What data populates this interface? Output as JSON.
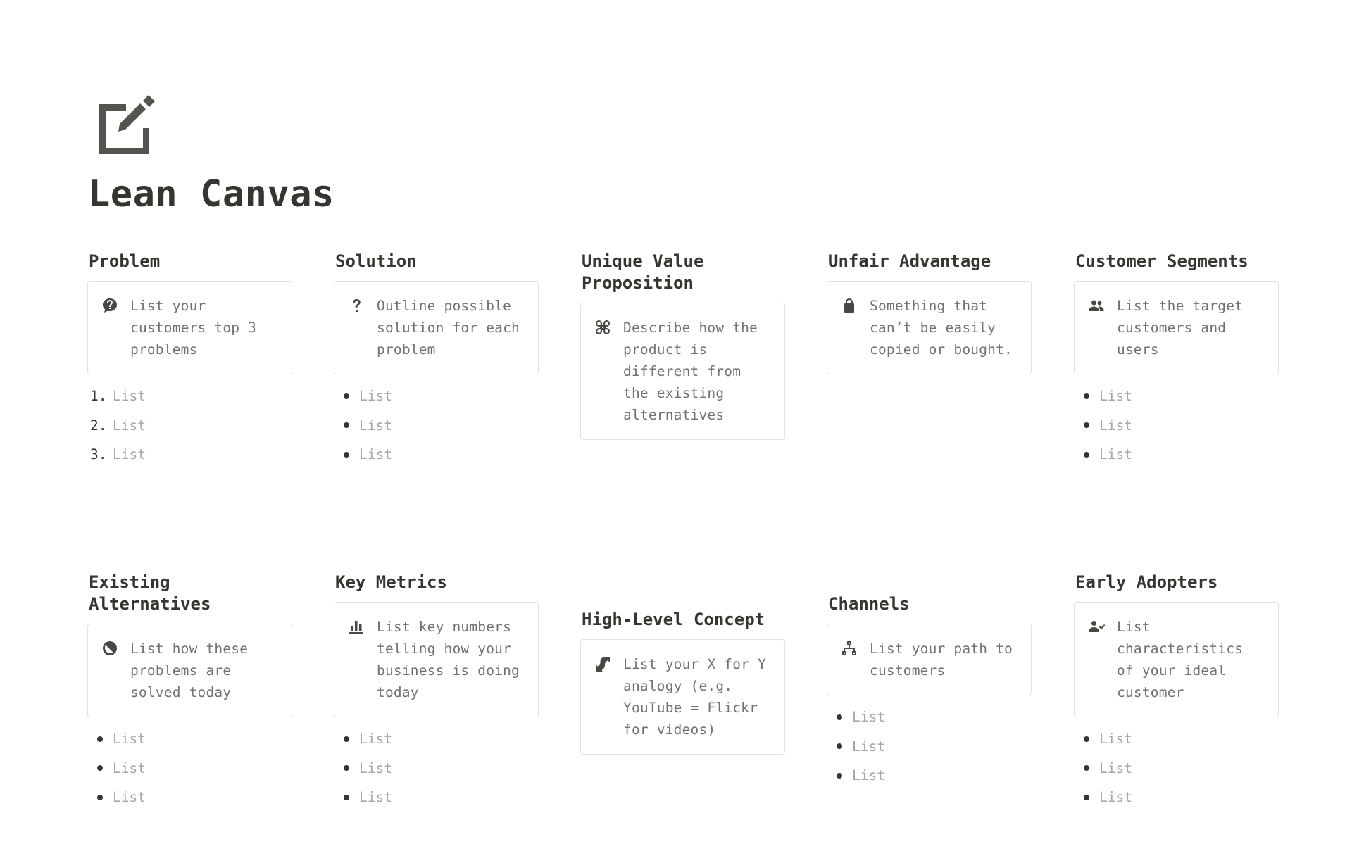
{
  "page": {
    "title": "Lean Canvas",
    "icon": "edit-square-icon"
  },
  "sections": {
    "problem": {
      "heading": "Problem",
      "icon": "question-bubble-icon",
      "text": "List your customers top 3 problems",
      "items": [
        "List",
        "List",
        "List"
      ],
      "markers": [
        "1.",
        "2.",
        "3."
      ]
    },
    "solution": {
      "heading": "Solution",
      "icon": "question-mark-icon",
      "text": "Outline possible solution for each problem",
      "items": [
        "List",
        "List",
        "List"
      ]
    },
    "uvp": {
      "heading": "Unique Value Proposition",
      "icon": "command-key-icon",
      "text": "Describe how the product is different from the existing alternatives"
    },
    "unfair": {
      "heading": "Unfair Advantage",
      "icon": "lock-icon",
      "text": "Something that can’t be easily copied or bought."
    },
    "segments": {
      "heading": "Customer Segments",
      "icon": "people-icon",
      "text": "List the target customers and users",
      "items": [
        "List",
        "List",
        "List"
      ]
    },
    "alternatives": {
      "heading": "Existing Alternatives",
      "icon": "half-circle-icon",
      "text": "List how these problems are solved today",
      "items": [
        "List",
        "List",
        "List"
      ]
    },
    "metrics": {
      "heading": "Key Metrics",
      "icon": "bar-chart-icon",
      "text": "List key numbers telling how your business is doing today",
      "items": [
        "List",
        "List",
        "List"
      ]
    },
    "concept": {
      "heading": "High-Level Concept",
      "icon": "arrows-diagonal-icon",
      "text": "List your X for Y analogy (e.g. YouTube = Flickr for videos)"
    },
    "channels": {
      "heading": "Channels",
      "icon": "hierarchy-icon",
      "text": "List your path to customers",
      "items": [
        "List",
        "List",
        "List"
      ]
    },
    "adopters": {
      "heading": "Early Adopters",
      "icon": "person-check-icon",
      "text": "List characteristics of your ideal customer",
      "items": [
        "List",
        "List",
        "List"
      ]
    }
  },
  "colors": {
    "text": "#37352f",
    "muted": "#73716c",
    "placeholder": "#a9a7a2",
    "border": "#e3e2e0"
  }
}
